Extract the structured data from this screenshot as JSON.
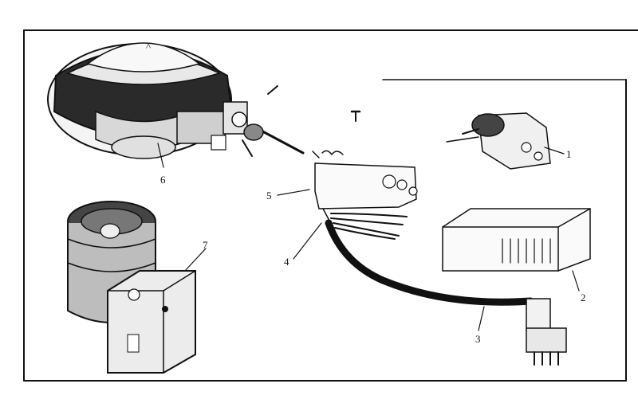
{
  "figure": {
    "background": "#ffffff",
    "ink_color": "#111111",
    "callouts": {
      "c1": "1",
      "c2": "2",
      "c3": "3",
      "c4": "4",
      "c5": "5",
      "c6": "6",
      "c7": "7"
    }
  }
}
